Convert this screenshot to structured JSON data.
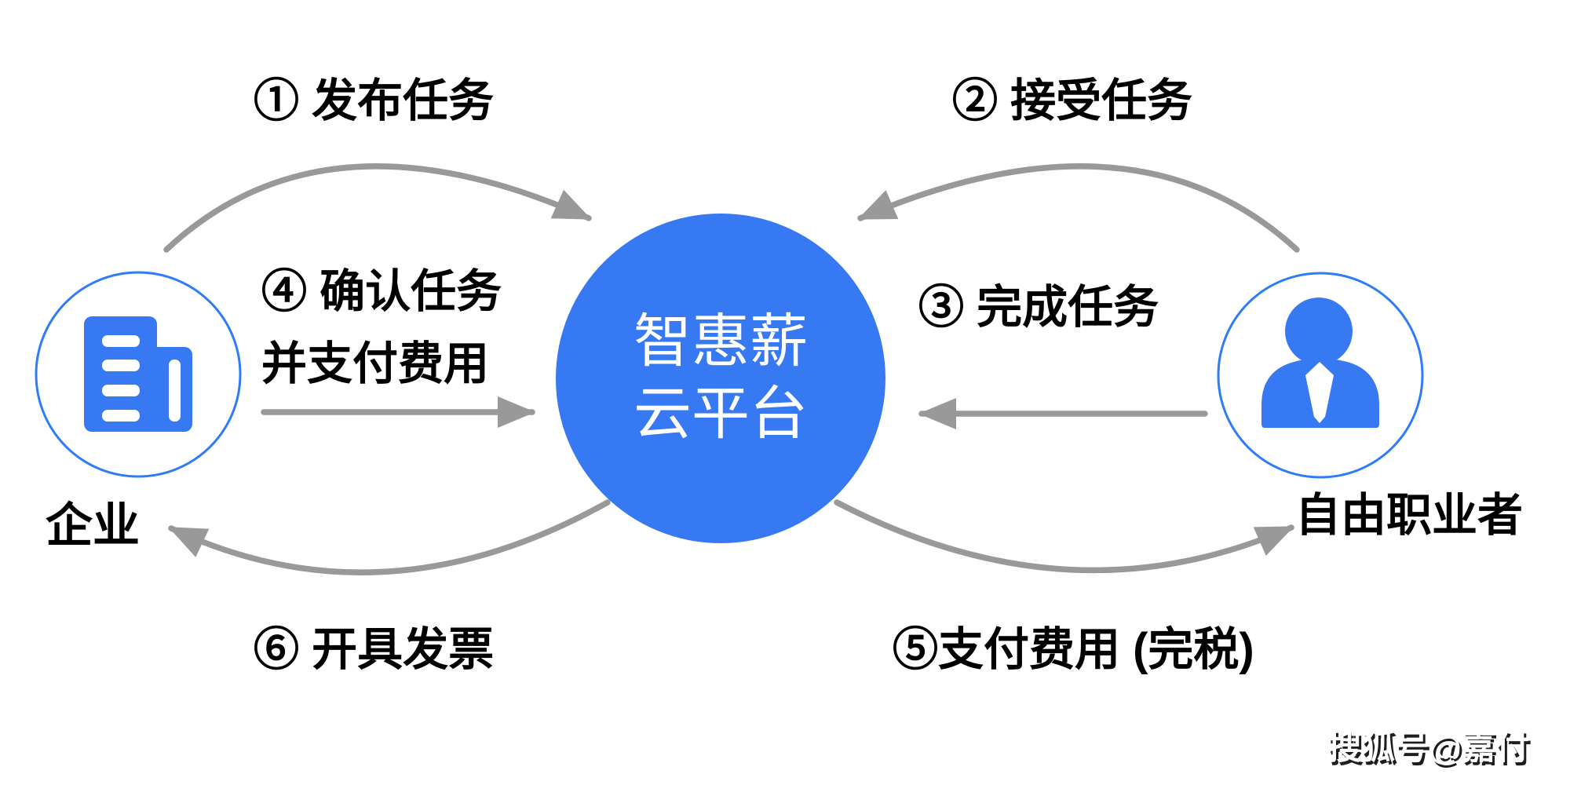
{
  "platform": {
    "line1": "智惠薪",
    "line2": "云平台"
  },
  "entities": {
    "enterprise": "企业",
    "freelancer": "自由职业者"
  },
  "steps": {
    "s1": "① 发布任务",
    "s2": "② 接受任务",
    "s3": "③ 完成任务",
    "s4a": "④ 确认任务",
    "s4b": "并支付费用",
    "s5": "⑤支付费用 (完税)",
    "s6": "⑥ 开具发票"
  },
  "watermark": "搜狐号@嘉付",
  "icons": {
    "enterprise": "building-icon",
    "freelancer": "person-icon"
  },
  "colors": {
    "platform_blue": "#3779F3",
    "icon_blue": "#3779F3",
    "circle_outline_blue": "#2E7CF6",
    "arrow_gray": "#999999",
    "label_black": "#000000"
  }
}
